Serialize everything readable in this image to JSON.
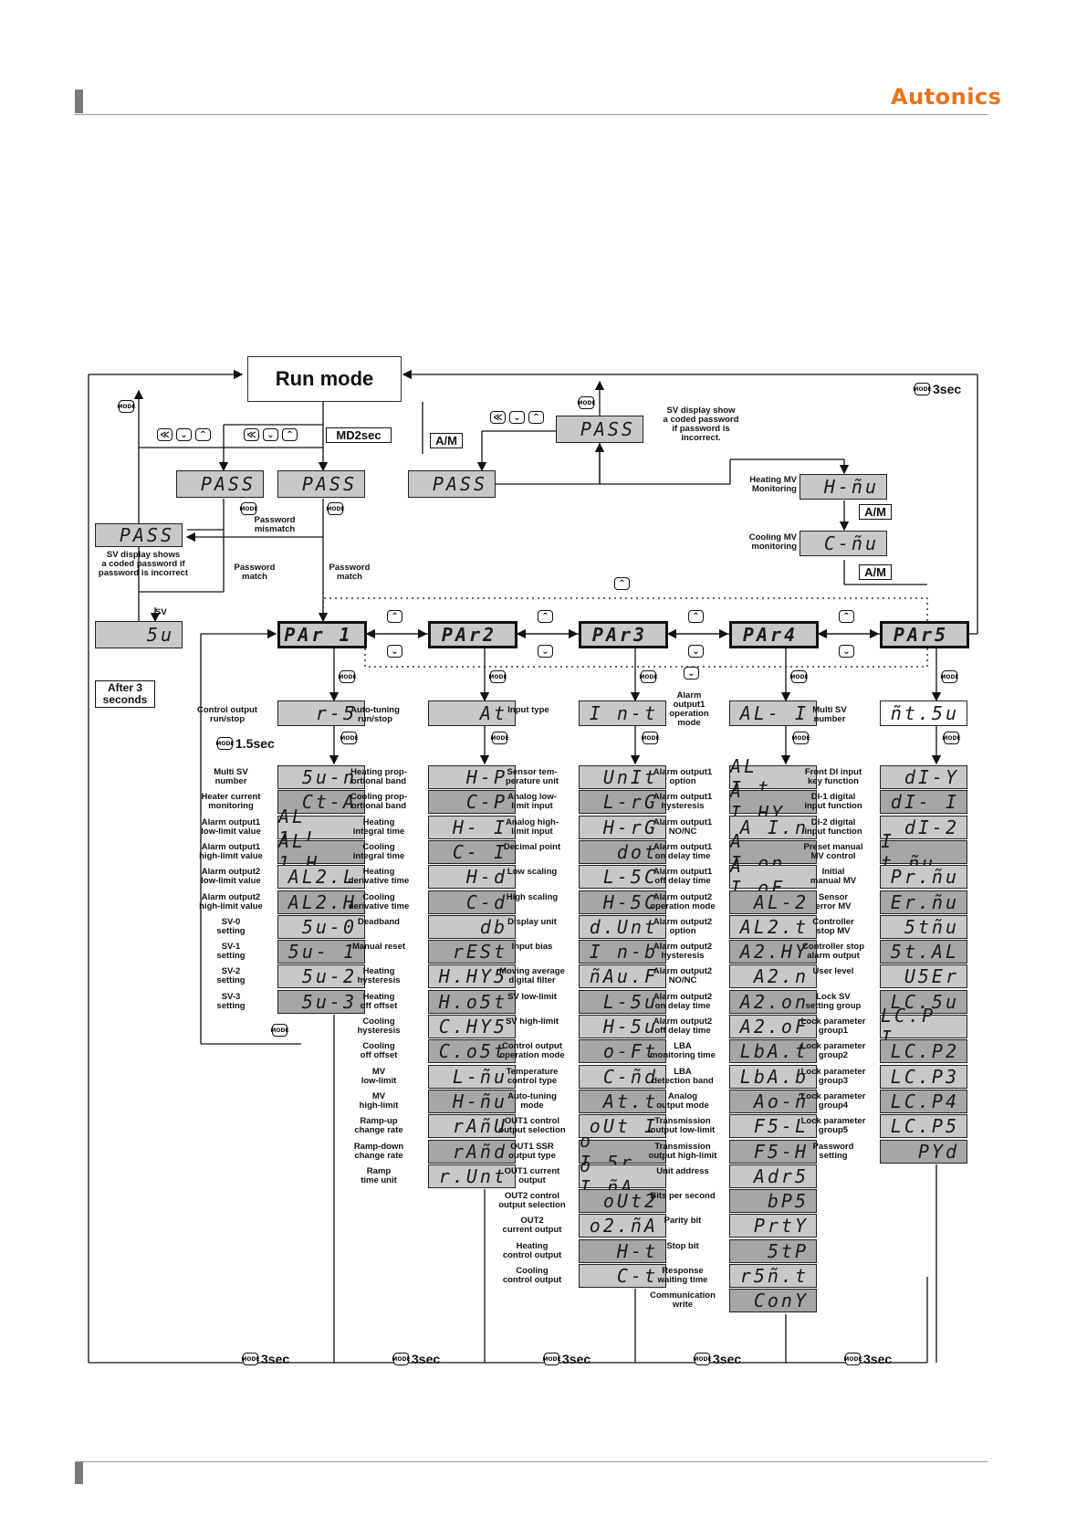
{
  "header": {
    "brand": "Autonics"
  },
  "run_mode": "Run mode",
  "tags": {
    "md2sec": "MD2sec",
    "am1": "A/M",
    "am2": "A/M",
    "am3": "A/M",
    "after3": "After 3\nseconds"
  },
  "keys": {
    "mode": "MODE",
    "up": "⌃",
    "down": "⌄",
    "shift": "≪"
  },
  "timers": {
    "three_sec": "3sec",
    "one_five_sec": "1.5sec"
  },
  "top": {
    "pass1": "PASS",
    "pass2": "PASS",
    "pass3": "PASS",
    "pass4": "PASS",
    "pass5": "PASS",
    "sv_display_left": "SV display shows\na coded password if\npassword is incorrect",
    "sv_display_right": "SV display show\na coded password\nif password is\nincorrect.",
    "password_mismatch": "Password\nmismatch",
    "password_match1": "Password\nmatch",
    "password_match2": "Password\nmatch",
    "sv_label": "SV",
    "sv_value": "5u",
    "heating_mv_label": "Heating MV\nMonitoring",
    "heating_mv_value": "H-ñu",
    "cooling_mv_label": "Cooling MV\nmonitoring",
    "cooling_mv_value": "C-ñu"
  },
  "par": [
    "PAr 1",
    "PAr2",
    "PAr3",
    "PAr4",
    "PAr5"
  ],
  "groups": [
    {
      "head_label": "Control output\nrun/stop",
      "head_value": "r-5",
      "items": [
        [
          "Multi SV\nnumber",
          "5u-n"
        ],
        [
          "Heater current\nmonitoring",
          "Ct-A"
        ],
        [
          "Alarm output1\nlow-limit value",
          "AL 1.L"
        ],
        [
          "Alarm output1\nhigh-limit value",
          "AL 1.H"
        ],
        [
          "Alarm output2\nlow-limit value",
          "AL2.L"
        ],
        [
          "Alarm output2\nhigh-limit value",
          "AL2.H"
        ],
        [
          "SV-0\nsetting",
          "5u-0"
        ],
        [
          "SV-1\nsetting",
          "5u- 1"
        ],
        [
          "SV-2\nsetting",
          "5u-2"
        ],
        [
          "SV-3\nsetting",
          "5u-3"
        ]
      ]
    },
    {
      "head_label": "Auto-tuning\nrun/stop",
      "head_value": "At",
      "items": [
        [
          "Heating prop-\nortional band",
          "H-P"
        ],
        [
          "Cooling prop-\nortional band",
          "C-P"
        ],
        [
          "Heating\nintegral time",
          "H- I"
        ],
        [
          "Cooling\nintegral time",
          "C- I"
        ],
        [
          "Heating\nderivative time",
          "H-d"
        ],
        [
          "Cooling\nderivative time",
          "C-d"
        ],
        [
          "Deadband",
          "db"
        ],
        [
          "Manual reset",
          "rESt"
        ],
        [
          "Heating\nhysteresis",
          "H.HY5"
        ],
        [
          "Heating\noff offset",
          "H.o5t"
        ],
        [
          "Cooling\nhysteresis",
          "C.HY5"
        ],
        [
          "Cooling\noff offset",
          "C.o5t"
        ],
        [
          "MV\nlow-limit",
          "L-ñu"
        ],
        [
          "MV\nhigh-limit",
          "H-ñu"
        ],
        [
          "Ramp-up\nchange rate",
          "rAñU"
        ],
        [
          "Ramp-down\nchange rate",
          "rAñd"
        ],
        [
          "Ramp\ntime unit",
          "r.Unt"
        ]
      ]
    },
    {
      "head_label": "Input type",
      "head_value": "I n-t",
      "items": [
        [
          "Sensor tem-\nperature unit",
          "UnIt"
        ],
        [
          "Analog low-\nlimit input",
          "L-rG"
        ],
        [
          "Analog high-\nlimit input",
          "H-rG"
        ],
        [
          "Decimal point",
          "dot"
        ],
        [
          "Low scaling",
          "L-5C"
        ],
        [
          "High scaling",
          "H-5C"
        ],
        [
          "Display unit",
          "d.Unt"
        ],
        [
          "Input bias",
          "I n-b"
        ],
        [
          "Moving average\ndigital filter",
          "ñAu.F"
        ],
        [
          "SV low-limit",
          "L-5u"
        ],
        [
          "SV high-limit",
          "H-5u"
        ],
        [
          "Control output\noperation mode",
          "o-Ft"
        ],
        [
          "Temperature\ncontrol type",
          "C-ñd"
        ],
        [
          "Auto-tuning\nmode",
          "At.t"
        ],
        [
          "OUT1 control\noutput selection",
          "oUt I"
        ],
        [
          "OUT1 SSR\noutput type",
          "o I.5r"
        ],
        [
          "OUT1 current\noutput",
          "o I.ñA"
        ],
        [
          "OUT2 control\noutput selection",
          "oUt2"
        ],
        [
          "OUT2\ncurrent output",
          "o2.ñA"
        ],
        [
          "Heating\ncontrol output",
          "H-t"
        ],
        [
          "Cooling\ncontrol output",
          "C-t"
        ]
      ]
    },
    {
      "head_label": "Alarm\noutput1\noperation\nmode",
      "head_value": "AL- I",
      "items": [
        [
          "Alarm output1\noption",
          "AL I.t"
        ],
        [
          "Alarm output1\nhysteresis",
          "A I.HY"
        ],
        [
          "Alarm output1\nNO/NC",
          "A I.n"
        ],
        [
          "Alarm output1\non delay time",
          "A I.on"
        ],
        [
          "Alarm output1\noff delay time",
          "A I.oF"
        ],
        [
          "Alarm output2\noperation mode",
          "AL-2"
        ],
        [
          "Alarm output2\noption",
          "AL2.t"
        ],
        [
          "Alarm output2\nhysteresis",
          "A2.HY"
        ],
        [
          "Alarm output2\nNO/NC",
          "A2.n"
        ],
        [
          "Alarm output2\non delay time",
          "A2.on"
        ],
        [
          "Alarm output2\noff delay time",
          "A2.oF"
        ],
        [
          "LBA\nmonitoring time",
          "LbA.t"
        ],
        [
          "LBA\ndetection band",
          "LbA.b"
        ],
        [
          "Analog\noutput mode",
          "Ao-ñ"
        ],
        [
          "Transmission\noutput low-limit",
          "F5-L"
        ],
        [
          "Transmission\noutput high-limit",
          "F5-H"
        ],
        [
          "Unit address",
          "Adr5"
        ],
        [
          "Bits per second",
          "bP5"
        ],
        [
          "Parity bit",
          "PrtY"
        ],
        [
          "Stop bit",
          "5tP"
        ],
        [
          "Response\nwaiting time",
          "r5ñ.t"
        ],
        [
          "Communication\nwrite",
          "ConY"
        ]
      ]
    },
    {
      "head_label": "Multi SV\nnumber",
      "head_value": "ñt.5u",
      "items": [
        [
          "Front DI input\nkey function",
          "dI-Y"
        ],
        [
          "DI-1 digital\ninput function",
          "dI- I"
        ],
        [
          "DI-2 digital\ninput function",
          "dI-2"
        ],
        [
          "Preset manual\nMV control",
          "I t.ñu"
        ],
        [
          "Initial\nmanual MV",
          "Pr.ñu"
        ],
        [
          "Sensor\nerror MV",
          "Er.ñu"
        ],
        [
          "Controller\nstop MV",
          "5tñu"
        ],
        [
          "Controller stop\nalarm output",
          "5t.AL"
        ],
        [
          "User level",
          "U5Er"
        ],
        [
          "Lock SV\nsetting group",
          "LC.5u"
        ],
        [
          "Lock parameter\ngroup1",
          "LC.P I"
        ],
        [
          "Lock parameter\ngroup2",
          "LC.P2"
        ],
        [
          "Lock parameter\ngroup3",
          "LC.P3"
        ],
        [
          "Lock parameter\ngroup4",
          "LC.P4"
        ],
        [
          "Lock parameter\ngroup5",
          "LC.P5"
        ],
        [
          "Password\nsetting",
          "PYd"
        ]
      ]
    }
  ]
}
